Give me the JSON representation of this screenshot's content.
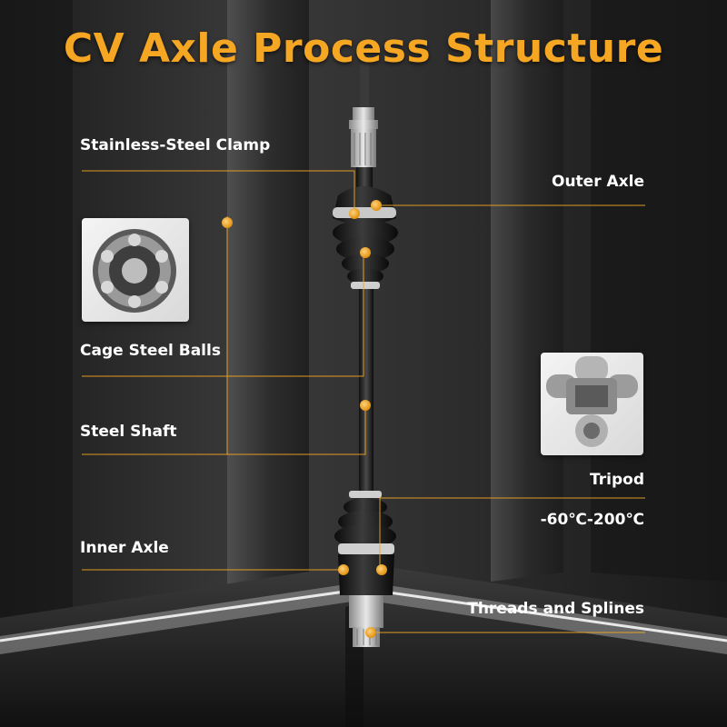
{
  "title": "CV Axle Process Structure",
  "labels": {
    "clamp": "Stainless-Steel Clamp",
    "outer_axle": "Outer Axle",
    "cage_balls": "Cage Steel Balls",
    "steel_shaft": "Steel Shaft",
    "tripod": "Tripod",
    "temp_range": "-60℃-200℃",
    "inner_axle": "Inner Axle",
    "threads": "Threads and Splines"
  },
  "colors": {
    "accent": "#f5a623",
    "label": "#ffffff",
    "background": "#2a2a2a"
  }
}
